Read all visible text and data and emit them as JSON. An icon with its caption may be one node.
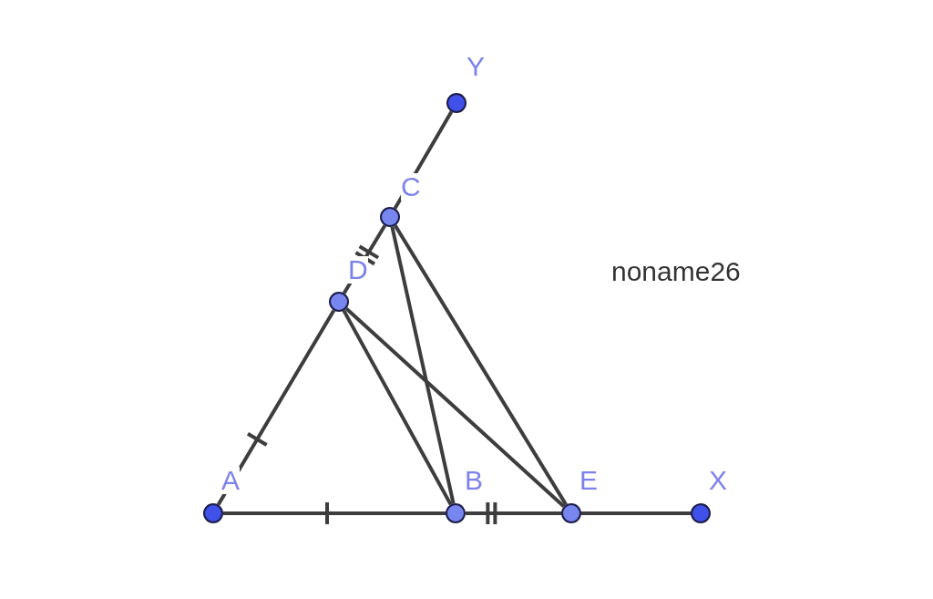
{
  "diagram": {
    "nodes": [
      {
        "text": [],
        "shape": "circle",
        "beside": [
          "Y"
        ]
      },
      {
        "text": [],
        "shape": "circle",
        "beside": [
          "C"
        ]
      },
      {
        "text": [],
        "shape": "circle",
        "beside": [
          "D"
        ]
      },
      {
        "text": [],
        "shape": "circle",
        "beside": [
          "A"
        ]
      },
      {
        "text": [],
        "shape": "circle",
        "beside": [
          "B"
        ]
      },
      {
        "text": [],
        "shape": "circle",
        "beside": [
          "E"
        ]
      },
      {
        "text": [],
        "shape": "circle",
        "beside": [
          "X"
        ]
      }
    ],
    "edges": [
      {
        "from": 1,
        "to": 0,
        "arrow": "none"
      },
      {
        "from": 2,
        "to": 1,
        "arrow": "none"
      },
      {
        "from": 3,
        "to": 2,
        "arrow": "none"
      },
      {
        "from": 3,
        "to": 4,
        "arrow": "none"
      },
      {
        "from": 4,
        "to": 5,
        "arrow": "none"
      },
      {
        "from": 5,
        "to": 6,
        "arrow": "none"
      },
      {
        "from": 2,
        "to": 4,
        "arrow": "none"
      },
      {
        "from": 2,
        "to": 5,
        "arrow": "none"
      },
      {
        "from": 1,
        "to": 4,
        "arrow": "none"
      },
      {
        "from": 1,
        "to": 5,
        "arrow": "none"
      }
    ],
    "labels": [
      "noname26"
    ]
  }
}
